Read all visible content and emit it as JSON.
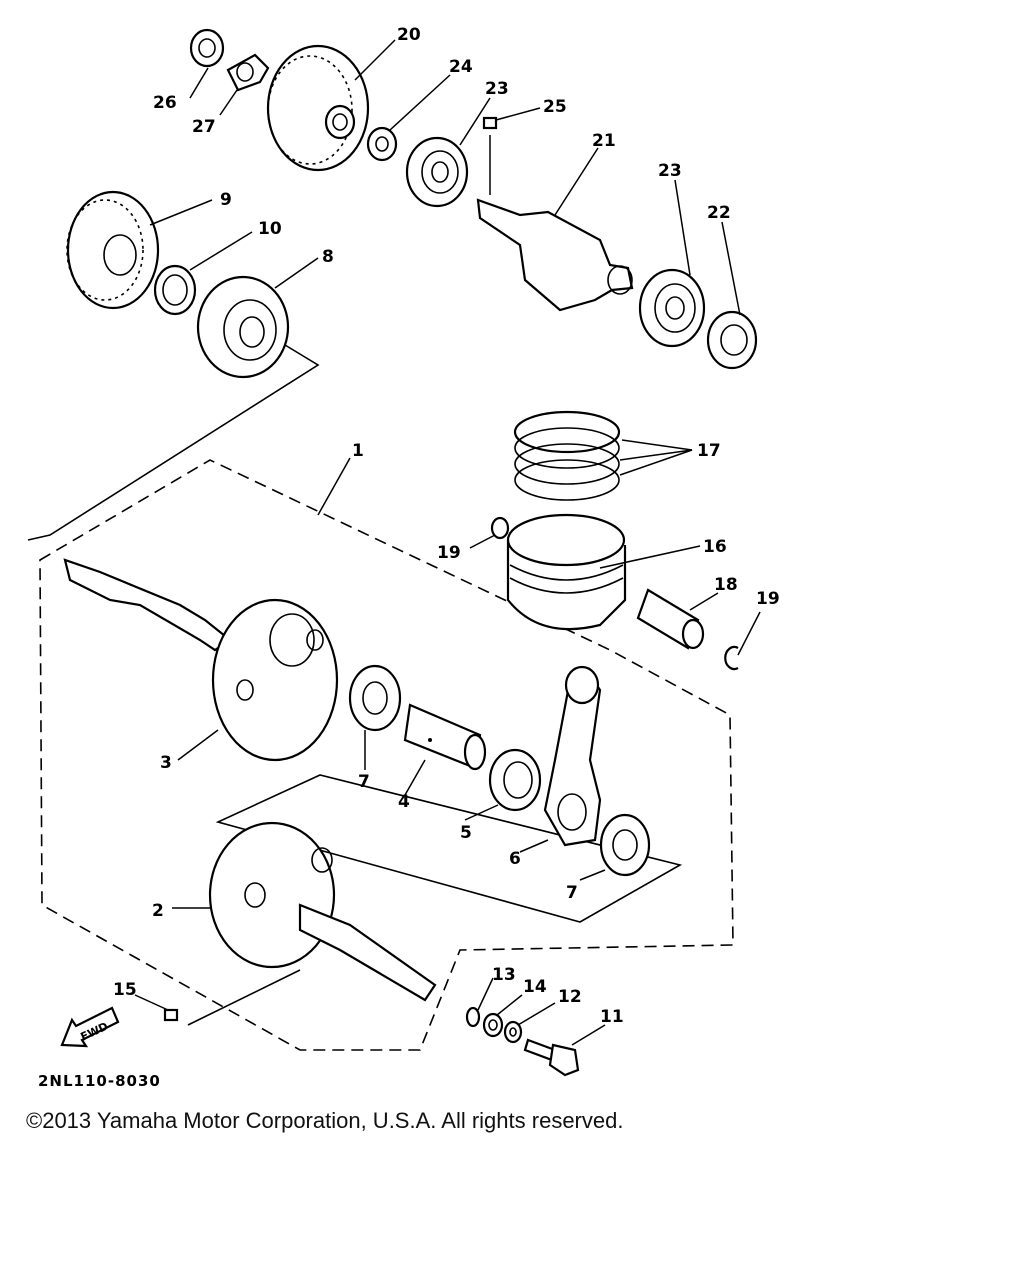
{
  "callouts": {
    "c1": "1",
    "c2": "2",
    "c3": "3",
    "c4": "4",
    "c5": "5",
    "c6": "6",
    "c7a": "7",
    "c7b": "7",
    "c8": "8",
    "c9": "9",
    "c10": "10",
    "c11": "11",
    "c12": "12",
    "c13": "13",
    "c14": "14",
    "c15": "15",
    "c16": "16",
    "c17": "17",
    "c18": "18",
    "c19a": "19",
    "c19b": "19",
    "c20": "20",
    "c21": "21",
    "c22": "22",
    "c23a": "23",
    "c23b": "23",
    "c24": "24",
    "c25": "25",
    "c26": "26",
    "c27": "27"
  },
  "fwd_label": "FWD",
  "diagram_code": "2NL110-8030",
  "copyright": "©2013 Yamaha Motor Corporation, U.S.A. All rights reserved."
}
